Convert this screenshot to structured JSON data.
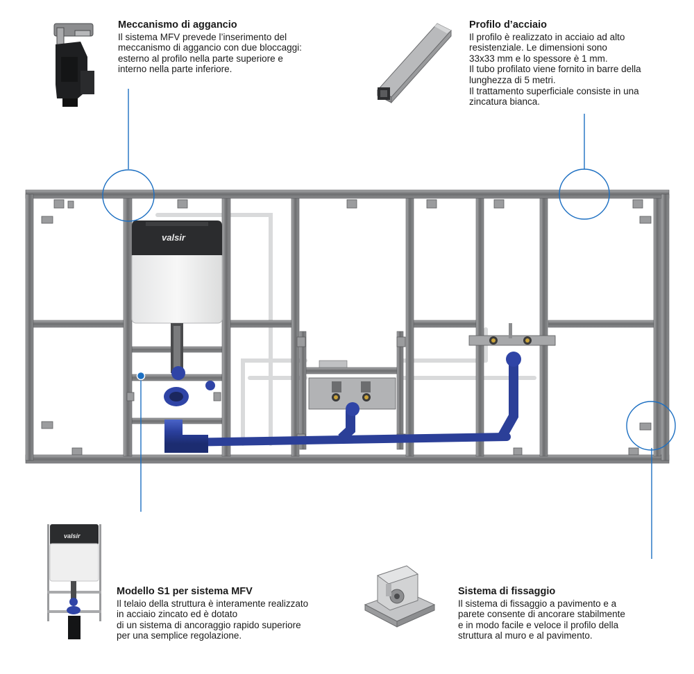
{
  "brand": {
    "logo_text": "valsir",
    "accent": "#1c6fc2"
  },
  "callouts": [
    {
      "id": "meccanismo",
      "title": "Meccanismo di aggancio",
      "lines": [
        "Il sistema MFV prevede l’inserimento del",
        "meccanismo di aggancio con due bloccaggi:",
        "esterno al profilo nella parte superiore e",
        "interno nella parte inferiore."
      ]
    },
    {
      "id": "profilo",
      "title": "Profilo d’acciaio",
      "lines": [
        "Il profilo è realizzato in acciaio ad alto",
        "resistenziale. Le dimensioni sono",
        "33x33 mm e lo spessore è 1 mm.",
        "Il tubo profilato viene fornito in barre della",
        "lunghezza di 5 metri.",
        "Il trattamento superficiale consiste in una",
        "zincatura bianca."
      ]
    },
    {
      "id": "modello",
      "title": "Modello S1 per sistema MFV",
      "lines": [
        "Il telaio della struttura è interamente realizzato",
        "in acciaio zincato ed è dotato",
        "di un sistema di ancoraggio rapido superiore",
        "per una semplice regolazione."
      ]
    },
    {
      "id": "fissaggio",
      "title": "Sistema di fissaggio",
      "lines": [
        "Il sistema di fissaggio a pavimento e a",
        "parete consente di ancorare stabilmente",
        "e in modo facile e veloce il profilo della",
        "struttura al muro e al pavimento."
      ]
    }
  ]
}
